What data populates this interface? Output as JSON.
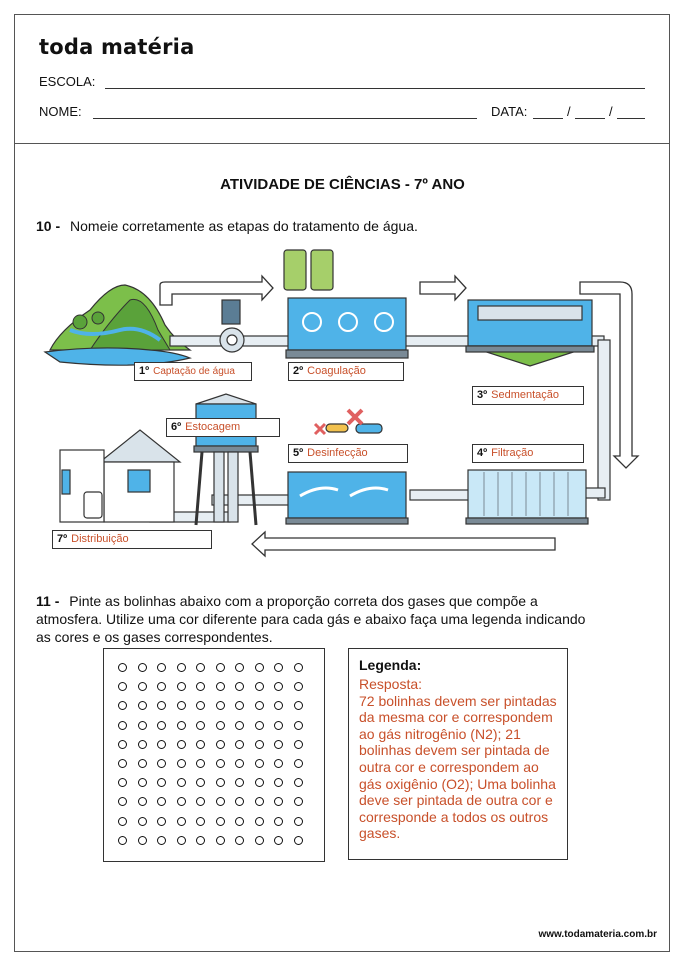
{
  "header": {
    "logo": "toda matéria",
    "school_label": "ESCOLA:",
    "name_label": "NOME:",
    "date_label": "DATA:"
  },
  "title": "ATIVIDADE DE CIÊNCIAS - 7º ANO",
  "q10": {
    "number": "10 -",
    "text": "Nomeie corretamente as etapas do tratamento de água."
  },
  "steps": [
    {
      "n": "1º",
      "label": "Captação de água"
    },
    {
      "n": "2º",
      "label": "Coagulação"
    },
    {
      "n": "3º",
      "label": "Sedmentação"
    },
    {
      "n": "4º",
      "label": "Filtração"
    },
    {
      "n": "5º",
      "label": "Desinfecção"
    },
    {
      "n": "6º",
      "label": "Estocagem"
    },
    {
      "n": "7º",
      "label": "Distribuição"
    }
  ],
  "q11": {
    "number": "11 -",
    "text": "Pinte as bolinhas abaixo com a proporção correta dos gases que compõe a atmosfera. Utilize uma cor diferente para cada gás e abaixo faça uma legenda indicando as cores e os gases correspondentes."
  },
  "grid": {
    "rows": 10,
    "cols": 10
  },
  "legend": {
    "title": "Legenda:",
    "answer": "Resposta:\n72 bolinhas devem ser pintadas da mesma cor e correspondem ao gás nitrogênio (N2); 21 bolinhas devem ser pintada de outra cor e correspondem ao gás oxigênio (O2); Uma bolinha deve ser pintada de outra cor e corresponde a todos os outros gases."
  },
  "footer": "www.todamateria.com.br",
  "colors": {
    "answer": "#c8502a",
    "water": "#4fb3e8",
    "grass": "#7cbf4a",
    "frame": "#555555"
  }
}
